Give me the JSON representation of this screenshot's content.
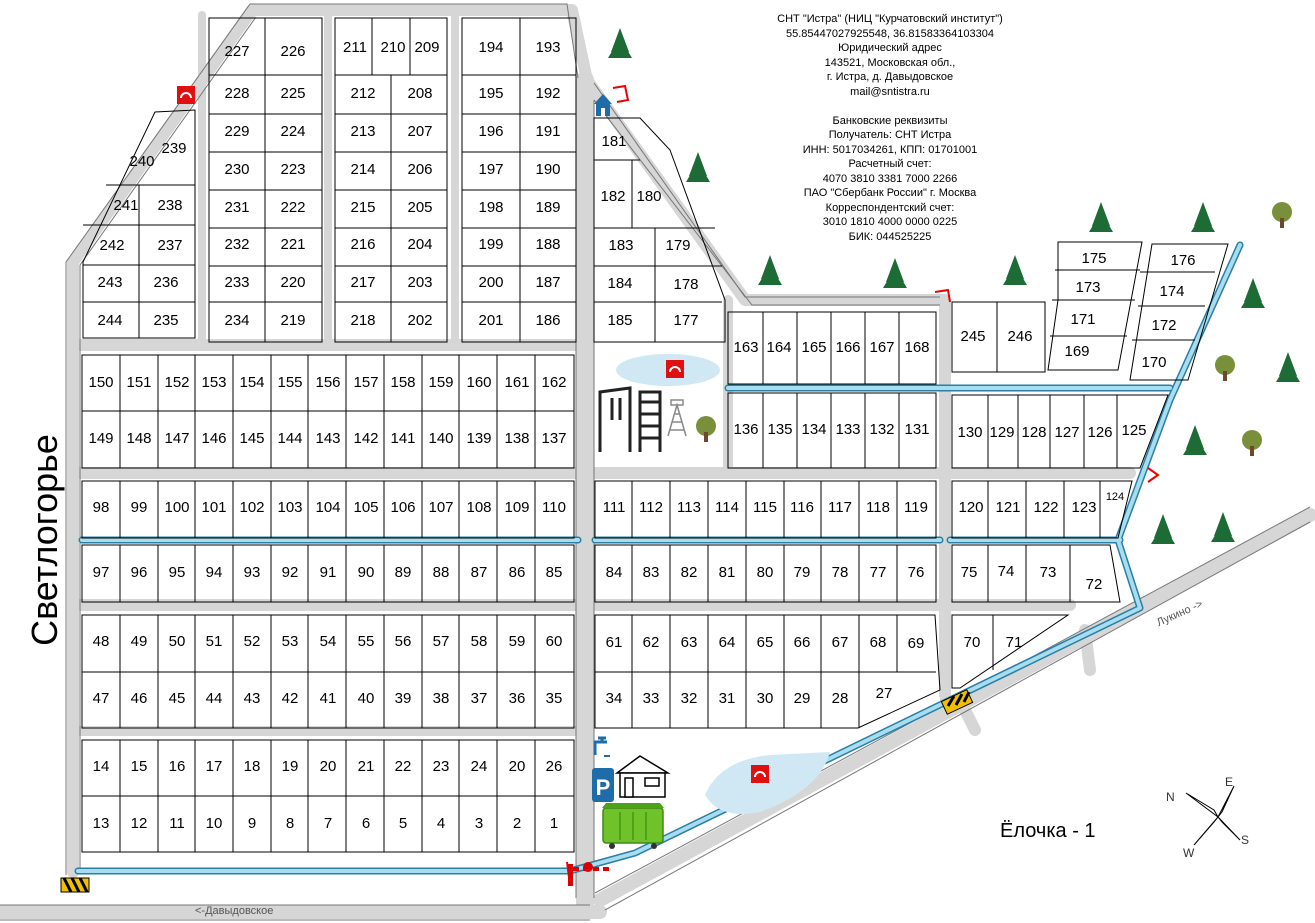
{
  "info": {
    "lines": [
      "СНТ \"Истра\" (НИЦ \"Курчатовский институт\")",
      "55.85447027925548, 36.81583364103304",
      "Юридический адрес",
      "143521, Московская обл.,",
      "г. Истра, д. Давыдовское",
      "mail@sntistra.ru",
      "",
      "Банковские реквизиты",
      "Получатель: СНТ Истра",
      "ИНН: 5017034261, КПП: 01701001",
      "Расчетный счет:",
      "4070 3810 3381 7000 2266",
      "ПАО \"Сбербанк России\" г. Москва",
      "Корреспондентский счет:",
      "3010 1810 4000 0000 0225",
      "БИК: 044525225"
    ]
  },
  "labels": {
    "village": "Светлогорье",
    "neighbor": "Ёлочка - 1",
    "road_lukino": "Лукино ->",
    "road_davydovskoe": "<-Давыдовское"
  },
  "compass": {
    "n": "N",
    "e": "E",
    "s": "S",
    "w": "W"
  },
  "colors": {
    "road": "#d8d8d8",
    "creek": "#9dd4e6",
    "plot_border": "#000000",
    "fence": "#ff0000"
  },
  "plots": [
    "227",
    "226",
    "228",
    "225",
    "229",
    "224",
    "230",
    "223",
    "231",
    "222",
    "232",
    "221",
    "233",
    "220",
    "234",
    "219",
    "239",
    "240",
    "241",
    "238",
    "242",
    "237",
    "243",
    "236",
    "244",
    "235",
    "211",
    "210",
    "209",
    "212",
    "208",
    "213",
    "207",
    "214",
    "206",
    "215",
    "205",
    "216",
    "204",
    "217",
    "203",
    "218",
    "202",
    "194",
    "193",
    "195",
    "192",
    "196",
    "191",
    "197",
    "190",
    "198",
    "189",
    "199",
    "188",
    "200",
    "187",
    "201",
    "186",
    "181",
    "182",
    "180",
    "183",
    "179",
    "184",
    "178",
    "185",
    "177",
    "175",
    "176",
    "173",
    "174",
    "171",
    "172",
    "169",
    "170",
    "245",
    "246",
    "163",
    "164",
    "165",
    "166",
    "167",
    "168",
    "150",
    "151",
    "152",
    "153",
    "154",
    "155",
    "156",
    "157",
    "158",
    "159",
    "160",
    "161",
    "162",
    "149",
    "148",
    "147",
    "146",
    "145",
    "144",
    "143",
    "142",
    "141",
    "140",
    "139",
    "138",
    "137",
    "136",
    "135",
    "134",
    "133",
    "132",
    "131",
    "130",
    "129",
    "128",
    "127",
    "126",
    "125",
    "98",
    "99",
    "100",
    "101",
    "102",
    "103",
    "104",
    "105",
    "106",
    "107",
    "108",
    "109",
    "110",
    "111",
    "112",
    "113",
    "114",
    "115",
    "116",
    "117",
    "118",
    "119",
    "120",
    "121",
    "122",
    "123",
    "124",
    "97",
    "96",
    "95",
    "94",
    "93",
    "92",
    "91",
    "90",
    "89",
    "88",
    "87",
    "86",
    "85",
    "84",
    "83",
    "82",
    "81",
    "80",
    "79",
    "78",
    "77",
    "76",
    "75",
    "74",
    "73",
    "72",
    "48",
    "49",
    "50",
    "51",
    "52",
    "53",
    "54",
    "55",
    "56",
    "57",
    "58",
    "59",
    "60",
    "61",
    "62",
    "63",
    "64",
    "65",
    "66",
    "67",
    "68",
    "69",
    "70",
    "71",
    "47",
    "46",
    "45",
    "44",
    "43",
    "42",
    "41",
    "40",
    "39",
    "38",
    "37",
    "36",
    "35",
    "34",
    "33",
    "32",
    "31",
    "30",
    "29",
    "28",
    "27",
    "14",
    "15",
    "16",
    "17",
    "18",
    "19",
    "20",
    "21",
    "22",
    "23",
    "24",
    "20",
    "26",
    "13",
    "12",
    "11",
    "10",
    "9",
    "8",
    "7",
    "6",
    "5",
    "4",
    "3",
    "2",
    "1"
  ]
}
